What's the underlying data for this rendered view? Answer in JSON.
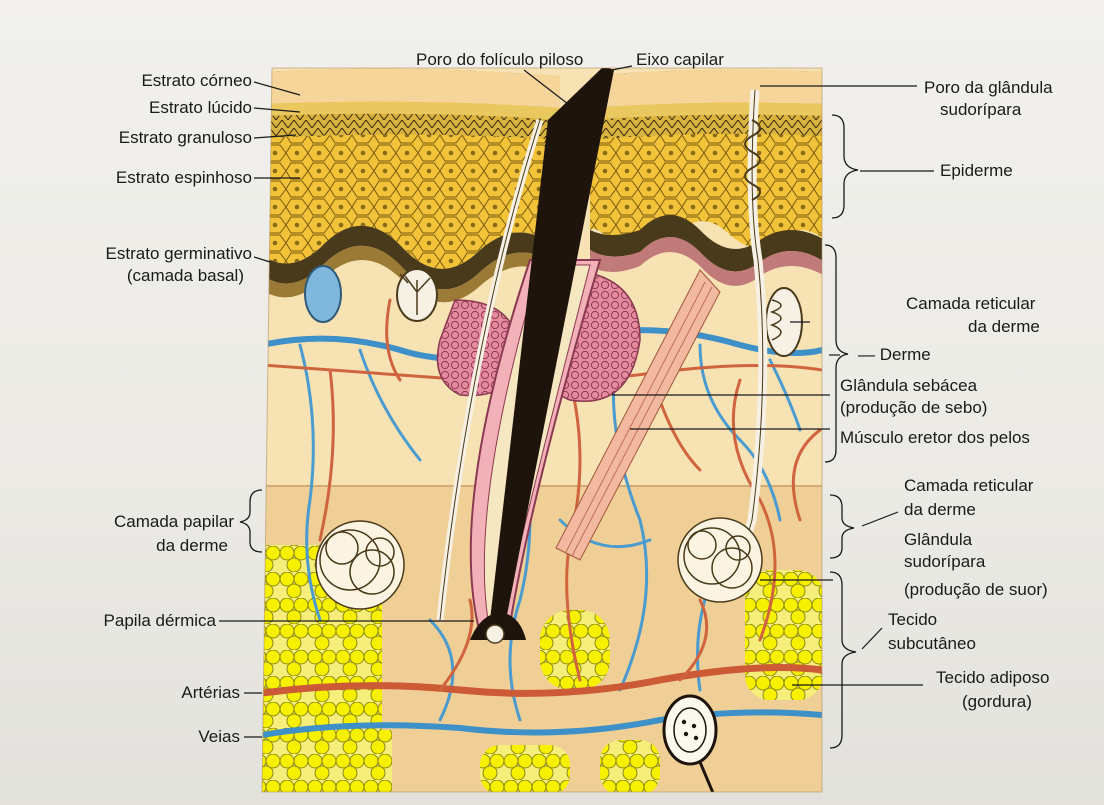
{
  "labels": {
    "estrato_corneo": "Estrato córneo",
    "estrato_lucido": "Estrato lúcido",
    "estrato_granuloso": "Estrato granuloso",
    "estrato_espinhoso": "Estrato espinhoso",
    "estrato_germinativo_1": "Estrato germinativo",
    "estrato_germinativo_2": "(camada basal)",
    "camada_papilar_1": "Camada papilar",
    "camada_papilar_2": "da derme",
    "papila_dermica": "Papila dérmica",
    "arterias": "Artérias",
    "veias": "Veias",
    "poro_foliculo": "Poro do folículo piloso",
    "eixo_capilar": "Eixo capilar",
    "poro_glandula_1": "Poro da glândula",
    "poro_glandula_2": "sudorípara",
    "epiderme": "Epiderme",
    "camada_reticular_1a": "Camada reticular",
    "camada_reticular_1b": "da derme",
    "derme": "Derme",
    "glandula_sebacea_1": "Glândula sebácea",
    "glandula_sebacea_2": "(produção de sebo)",
    "musculo_eretor": "Músculo eretor dos pelos",
    "camada_reticular_2a": "Camada reticular",
    "camada_reticular_2b": "da derme",
    "glandula_sudoripara_1": "Glândula",
    "glandula_sudoripara_2": "sudorípara",
    "glandula_sudoripara_3": "(produção de suor)",
    "tecido_subcutaneo_1": "Tecido",
    "tecido_subcutaneo_2": "subcutâneo",
    "tecido_adiposo_1": "Tecido adiposo",
    "tecido_adiposo_2": "(gordura)"
  }
}
